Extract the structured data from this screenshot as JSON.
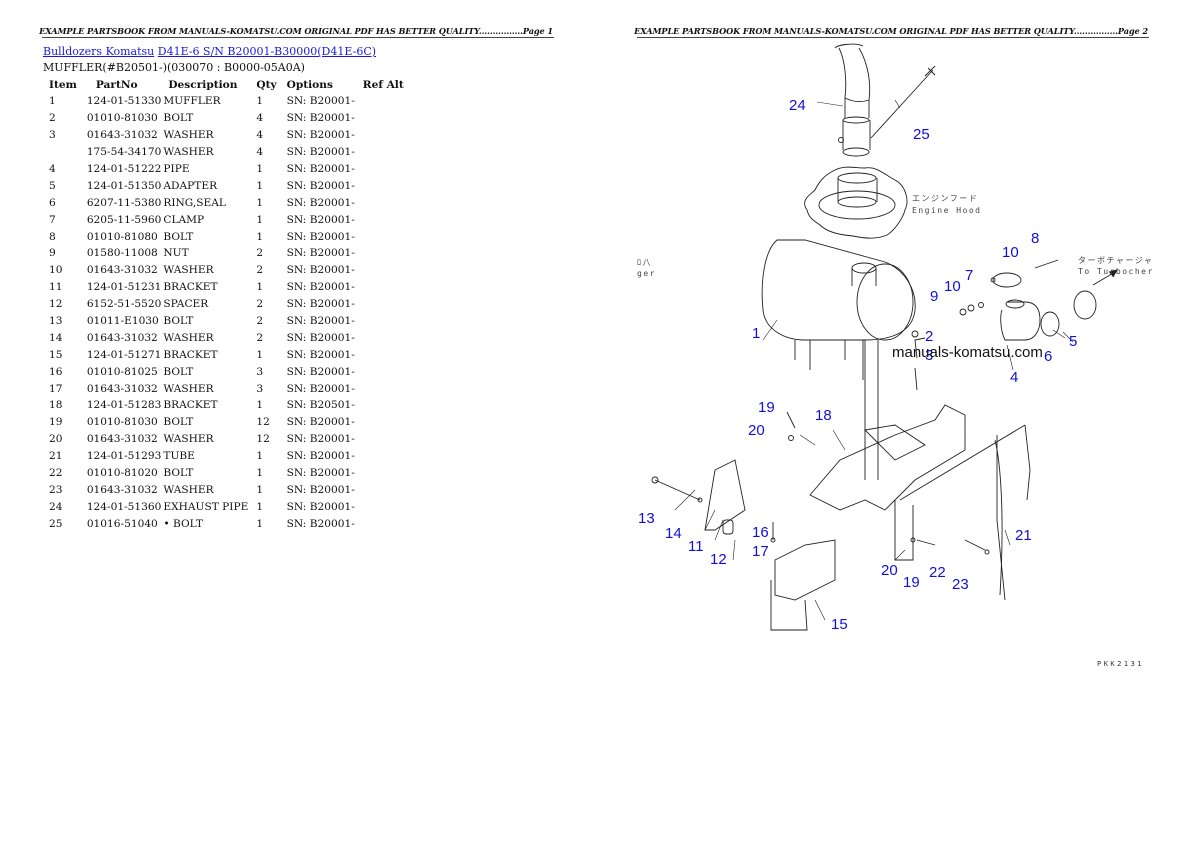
{
  "pages": [
    {
      "header": "EXAMPLE PARTSBOOK FROM MANUALS-KOMATSU.COM ORIGINAL PDF HAS BETTER QUALITY................Page 1"
    },
    {
      "header": "EXAMPLE PARTSBOOK FROM MANUALS-KOMATSU.COM ORIGINAL PDF HAS BETTER QUALITY................Page 2"
    }
  ],
  "breadcrumb": {
    "category_link": "Bulldozers Komatsu",
    "model_link": "D41E-6 S/N B20001-B30000(D41E-6C)"
  },
  "subtitle": "MUFFLER(#B20501-)(030070 : B0000-05A0A)",
  "table": {
    "headers": [
      "Item",
      "PartNo",
      "Description",
      "Qty",
      "Options",
      "Ref Alt"
    ],
    "rows": [
      {
        "item": "1",
        "part": "124-01-51330",
        "desc": "MUFFLER",
        "qty": "1",
        "options": "SN: B20001-",
        "ref": ""
      },
      {
        "item": "2",
        "part": "01010-81030",
        "desc": "BOLT",
        "qty": "4",
        "options": "SN: B20001-",
        "ref": ""
      },
      {
        "item": "3",
        "part": "01643-31032",
        "desc": "WASHER",
        "qty": "4",
        "options": "SN: B20001-",
        "ref": ""
      },
      {
        "item": "",
        "part": "175-54-34170",
        "desc": "WASHER",
        "qty": "4",
        "options": "SN: B20001-",
        "ref": ""
      },
      {
        "item": "4",
        "part": "124-01-51222",
        "desc": "PIPE",
        "qty": "1",
        "options": "SN: B20001-",
        "ref": ""
      },
      {
        "item": "5",
        "part": "124-01-51350",
        "desc": "ADAPTER",
        "qty": "1",
        "options": "SN: B20001-",
        "ref": ""
      },
      {
        "item": "6",
        "part": "6207-11-5380",
        "desc": "RING,SEAL",
        "qty": "1",
        "options": "SN: B20001-",
        "ref": ""
      },
      {
        "item": "7",
        "part": "6205-11-5960",
        "desc": "CLAMP",
        "qty": "1",
        "options": "SN: B20001-",
        "ref": ""
      },
      {
        "item": "8",
        "part": "01010-81080",
        "desc": "BOLT",
        "qty": "1",
        "options": "SN: B20001-",
        "ref": ""
      },
      {
        "item": "9",
        "part": "01580-11008",
        "desc": "NUT",
        "qty": "2",
        "options": "SN: B20001-",
        "ref": ""
      },
      {
        "item": "10",
        "part": "01643-31032",
        "desc": "WASHER",
        "qty": "2",
        "options": "SN: B20001-",
        "ref": ""
      },
      {
        "item": "11",
        "part": "124-01-51231",
        "desc": "BRACKET",
        "qty": "1",
        "options": "SN: B20001-",
        "ref": ""
      },
      {
        "item": "12",
        "part": "6152-51-5520",
        "desc": "SPACER",
        "qty": "2",
        "options": "SN: B20001-",
        "ref": ""
      },
      {
        "item": "13",
        "part": "01011-E1030",
        "desc": "BOLT",
        "qty": "2",
        "options": "SN: B20001-",
        "ref": ""
      },
      {
        "item": "14",
        "part": "01643-31032",
        "desc": "WASHER",
        "qty": "2",
        "options": "SN: B20001-",
        "ref": ""
      },
      {
        "item": "15",
        "part": "124-01-51271",
        "desc": "BRACKET",
        "qty": "1",
        "options": "SN: B20001-",
        "ref": ""
      },
      {
        "item": "16",
        "part": "01010-81025",
        "desc": "BOLT",
        "qty": "3",
        "options": "SN: B20001-",
        "ref": ""
      },
      {
        "item": "17",
        "part": "01643-31032",
        "desc": "WASHER",
        "qty": "3",
        "options": "SN: B20001-",
        "ref": ""
      },
      {
        "item": "18",
        "part": "124-01-51283",
        "desc": "BRACKET",
        "qty": "1",
        "options": "SN: B20501-",
        "ref": ""
      },
      {
        "item": "19",
        "part": "01010-81030",
        "desc": "BOLT",
        "qty": "12",
        "options": "SN: B20001-",
        "ref": ""
      },
      {
        "item": "20",
        "part": "01643-31032",
        "desc": "WASHER",
        "qty": "12",
        "options": "SN: B20001-",
        "ref": ""
      },
      {
        "item": "21",
        "part": "124-01-51293",
        "desc": "TUBE",
        "qty": "1",
        "options": "SN: B20001-",
        "ref": ""
      },
      {
        "item": "22",
        "part": "01010-81020",
        "desc": "BOLT",
        "qty": "1",
        "options": "SN: B20001-",
        "ref": ""
      },
      {
        "item": "23",
        "part": "01643-31032",
        "desc": "WASHER",
        "qty": "1",
        "options": "SN: B20001-",
        "ref": ""
      },
      {
        "item": "24",
        "part": "124-01-51360",
        "desc": "EXHAUST PIPE",
        "qty": "1",
        "options": "SN: B20001-",
        "ref": ""
      },
      {
        "item": "25",
        "part": "01016-51040",
        "desc": "• BOLT",
        "qty": "1",
        "options": "SN: B20001-",
        "ref": ""
      }
    ]
  },
  "diagram": {
    "watermark": "manuals-komatsu.com",
    "engine_hood_jp": "エンジンフード",
    "engine_hood_en": "Engine Hood",
    "turbo_jp": "ターボチャージャ",
    "turbo_en": "To Turbocher",
    "left_edge_jp": "ﾛ八",
    "left_edge_en": "ger",
    "figure_code": "PKK2131",
    "callouts": [
      "24",
      "25",
      "10",
      "8",
      "7",
      "9",
      "10",
      "1",
      "2",
      "3",
      "5",
      "6",
      "4",
      "19",
      "18",
      "20",
      "13",
      "14",
      "11",
      "12",
      "16",
      "17",
      "20",
      "19",
      "22",
      "23",
      "21",
      "15"
    ]
  }
}
